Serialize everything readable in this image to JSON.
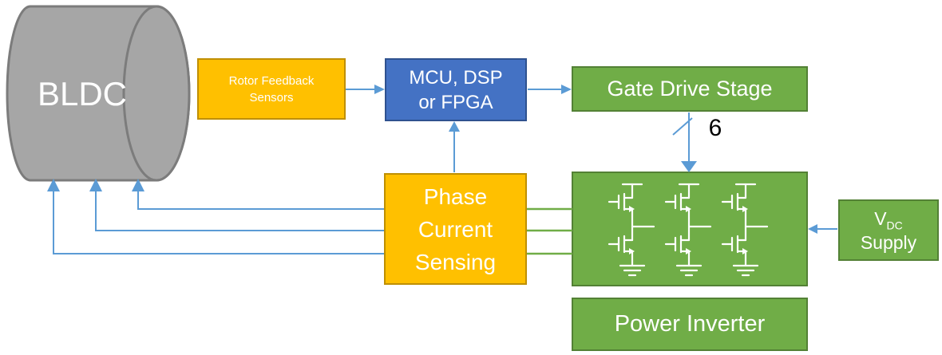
{
  "blocks": {
    "bldc": {
      "label": "BLDC"
    },
    "rotor_sensors": {
      "line1": "Rotor Feedback",
      "line2": "Sensors"
    },
    "mcu": {
      "line1": "MCU, DSP",
      "line2": "or FPGA"
    },
    "gate_drive": {
      "label": "Gate Drive Stage"
    },
    "phase_sensing": {
      "line1": "Phase",
      "line2": "Current",
      "line3": "Sensing"
    },
    "vdc_supply": {
      "symbol": "V",
      "subscript": "DC",
      "line2": "Supply"
    },
    "power_inverter": {
      "label": "Power Inverter"
    }
  },
  "annotations": {
    "gate_signal_count": "6"
  },
  "colors": {
    "gold_fill": "#FFC000",
    "gold_border": "#BF8F00",
    "blue_fill": "#4472C4",
    "blue_border": "#2F528F",
    "green_fill": "#70AD47",
    "green_border": "#538135",
    "gray_fill": "#A6A6A6",
    "gray_border": "#7C7C7C",
    "connector_blue": "#5B9BD5",
    "connector_green": "#70AD47",
    "text_white": "#FFFFFF",
    "bus_label_black": "#000000"
  }
}
